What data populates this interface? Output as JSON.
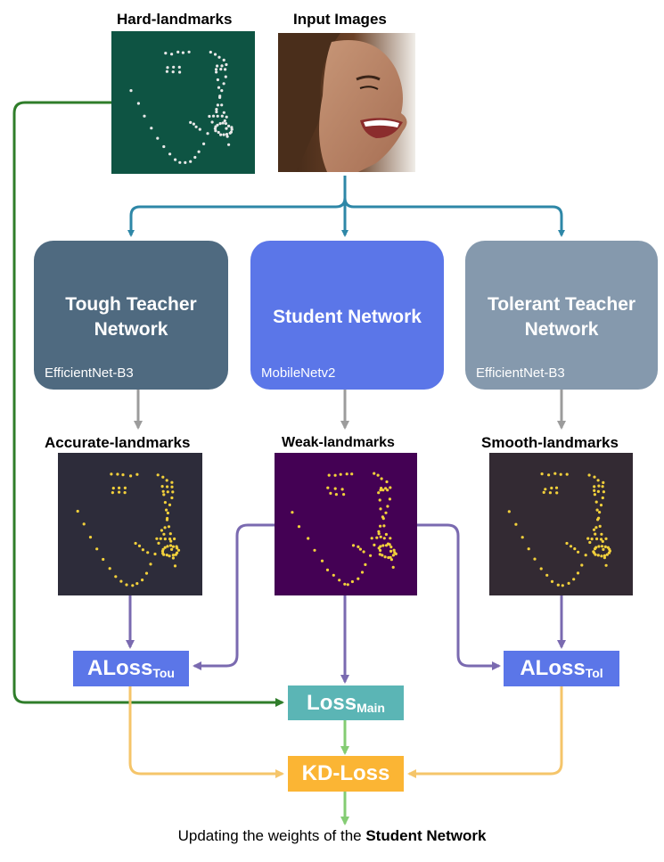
{
  "labels": {
    "hard": "Hard-landmarks",
    "input": "Input Images",
    "accurate": "Accurate-landmarks",
    "weak": "Weak-landmarks",
    "smooth": "Smooth-landmarks"
  },
  "networks": {
    "tough": {
      "title": "Tough Teacher Network",
      "subtitle": "EfficientNet-B3"
    },
    "student": {
      "title": "Student Network",
      "subtitle": "MobileNetv2"
    },
    "tolerant": {
      "title": "Tolerant Teacher Network",
      "subtitle": "EfficientNet-B3"
    }
  },
  "losses": {
    "tou": {
      "base": "ALoss",
      "sub": "Tou"
    },
    "tol": {
      "base": "ALoss",
      "sub": "Tol"
    },
    "main": {
      "base": "Loss",
      "sub": "Main"
    },
    "kd": {
      "base": "KD-Loss"
    }
  },
  "footer": {
    "prefix": "Updating the weights of the ",
    "bold": "Student Network"
  },
  "colors": {
    "tough": "#4f6a80",
    "student": "#5b76e8",
    "tolerant": "#8599ad",
    "aloss": "#5b76e8",
    "lossmain": "#5bb5b5",
    "kdloss": "#fbb534",
    "arrow_blue": "#2e87a7",
    "arrow_gray": "#9c9c9c",
    "arrow_purple": "#7a6ab0",
    "arrow_green": "#2f7d2a",
    "arrow_yellow": "#f5c56a",
    "arrow_lightgreen": "#84cc73",
    "panel_hard": "#0e5443",
    "panel_accurate": "#2d2c3a",
    "panel_weak": "#440154",
    "panel_smooth": "#332a33"
  }
}
